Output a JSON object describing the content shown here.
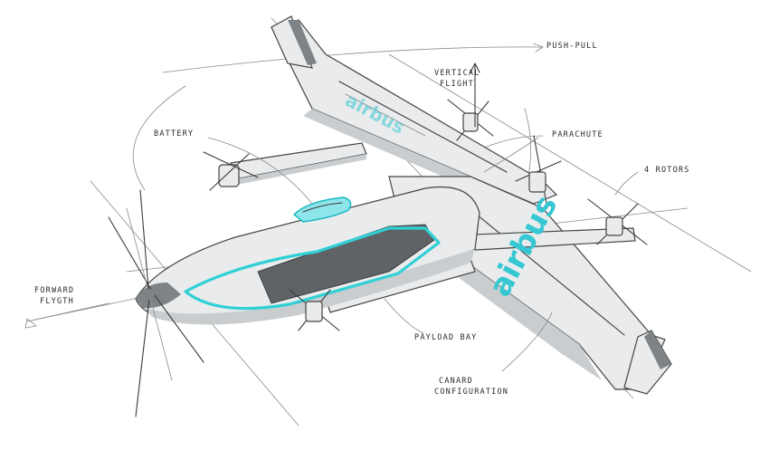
{
  "brand": {
    "wordmark": "airbus",
    "accent_color": "#2fd0d6"
  },
  "labels": {
    "push_pull": "PUSH-PULL",
    "vertical_flight_1": "VERTICAL",
    "vertical_flight_2": "FLIGHT",
    "battery": "BATTERY",
    "parachute": "PARACHUTE",
    "rotors": "4 ROTORS",
    "forward_flight_1": "FORWARD",
    "forward_flight_2": "FLYGTH",
    "payload_bay": "PAYLOAD BAY",
    "canard_1": "CANARD",
    "canard_2": "CONFIGURATION"
  }
}
